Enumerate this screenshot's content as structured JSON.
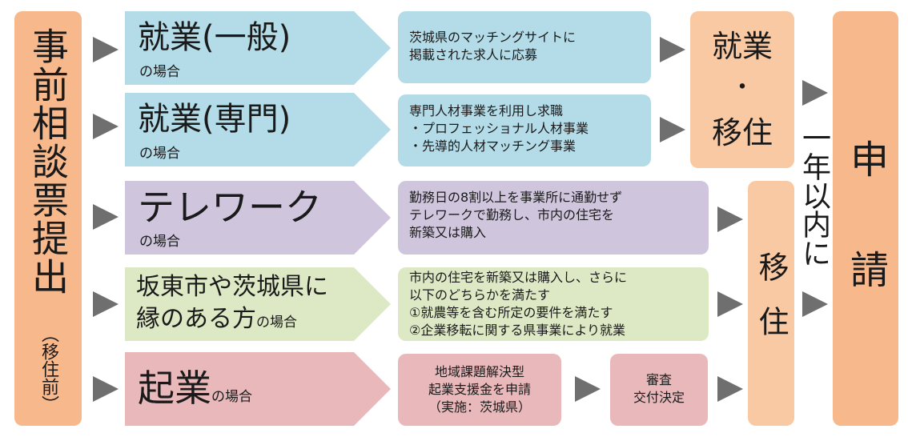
{
  "left": {
    "main": "事前相談票提出",
    "sub": "（移住前）"
  },
  "rows": [
    {
      "title": "就業(一般)",
      "suffix": "の場合",
      "desc": "茨城県のマッチングサイトに\n掲載された求人に応募"
    },
    {
      "title": "就業(専門)",
      "suffix": "の場合",
      "desc": "専門人材事業を利用し求職\n・プロフェッショナル人材事業\n・先導的人材マッチング事業"
    },
    {
      "title": "テレワーク",
      "suffix": "の場合",
      "desc": "勤務日の8割以上を事業所に通勤せず\nテレワークで勤務し、市内の住宅を\n新築又は購入"
    },
    {
      "title_line1": "坂東市や茨城県に",
      "title_line2": "縁のある方",
      "suffix": "の場合",
      "desc": "市内の住宅を新築又は購入し、さらに\n以下のどちらかを満たす\n①就農等を含む所定の要件を満たす\n②企業移転に関する県事業により就業"
    },
    {
      "title": "起業",
      "suffix": "の場合",
      "desc": "地域課題解決型\n起業支援金を申請\n（実施：茨城県）",
      "extra": "審査\n交付決定"
    }
  ],
  "status": {
    "employment_migration_top": "就業",
    "employment_migration_dot": "・",
    "employment_migration_bottom": "移住",
    "migration": "移住"
  },
  "within_year": "一年以内に",
  "apply": "申請",
  "colors": {
    "left_box": "#f7b88c",
    "blue": "#b3dce8",
    "purple": "#cfc5dd",
    "green": "#dde8c5",
    "pink": "#e9b8bb",
    "peach": "#f9c9a3",
    "arrow": "#6f6f6f"
  }
}
